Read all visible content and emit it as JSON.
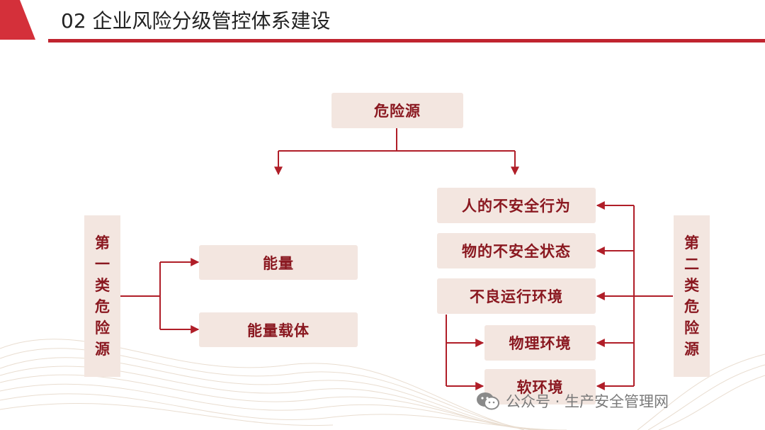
{
  "header": {
    "title": "02  企业风险分级管控体系建设"
  },
  "diagram": {
    "root": "危险源",
    "category_one": {
      "chars": [
        "第",
        "一",
        "类",
        "危",
        "险",
        "源"
      ],
      "items": [
        "能量",
        "能量载体"
      ]
    },
    "category_two": {
      "chars": [
        "第",
        "二",
        "类",
        "危",
        "险",
        "源"
      ],
      "items": [
        "人的不安全行为",
        "物的不安全状态",
        "不良运行环境"
      ],
      "sub_items": [
        "物理环境",
        "软环境"
      ]
    }
  },
  "watermark": {
    "text": "公众号 · 生产安全管理网"
  },
  "colors": {
    "accent": "#c0242f",
    "box_fill": "#f3e6e0",
    "box_text": "#8a1820"
  }
}
